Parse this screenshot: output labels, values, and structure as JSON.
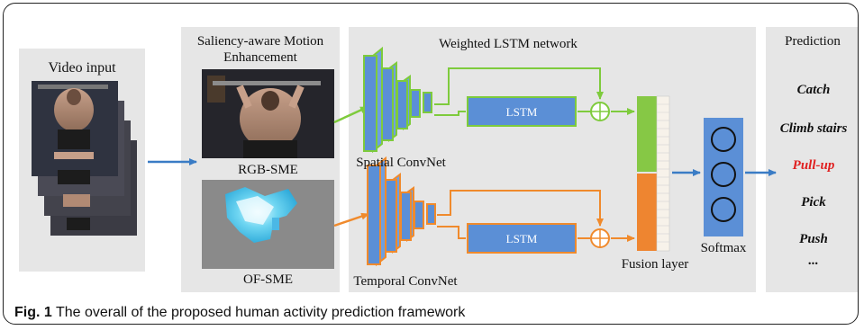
{
  "panels": {
    "video_input_title": "Video input",
    "sme_title": "Saliency-aware Motion Enhancement",
    "rgb_label": "RGB-SME",
    "of_label": "OF-SME",
    "lstm_network_title": "Weighted LSTM network",
    "spatial_label": "Spatial ConvNet",
    "temporal_label": "Temporal ConvNet",
    "lstm_label_top": "LSTM",
    "lstm_label_bottom": "LSTM",
    "fusion_label": "Fusion layer",
    "softmax_label": "Softmax",
    "prediction_title": "Prediction"
  },
  "predictions": [
    {
      "label": "Catch",
      "color": "#111111"
    },
    {
      "label": "Climb stairs",
      "color": "#111111"
    },
    {
      "label": "Pull-up",
      "color": "#e02020"
    },
    {
      "label": "Pick",
      "color": "#111111"
    },
    {
      "label": "Push",
      "color": "#111111"
    },
    {
      "label": "...",
      "color": "#111111"
    }
  ],
  "caption": {
    "fig": "Fig. 1",
    "text": " The overall of the proposed human activity prediction framework"
  },
  "colors": {
    "panel": "#e6e6e6",
    "spatial": "#7ecb3c",
    "temporal": "#f08a2c",
    "block_blue": "#5b8fd6",
    "arrow_blue": "#3a7cc5",
    "fusion_green": "#86c845",
    "fusion_orange": "#ee8530"
  }
}
